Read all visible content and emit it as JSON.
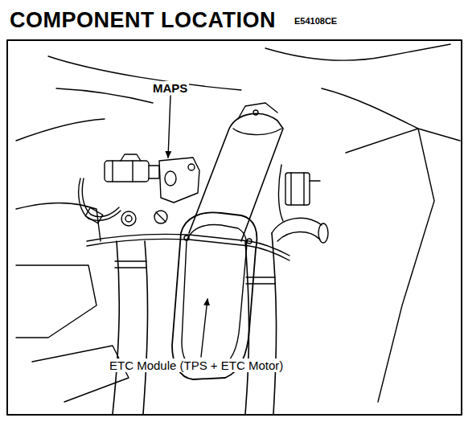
{
  "diagram": {
    "title": "COMPONENT LOCATION",
    "labels": [
      "E54108CE",
      "MAPS",
      "ETC Module (TPS + ETC Motor)"
    ]
  }
}
